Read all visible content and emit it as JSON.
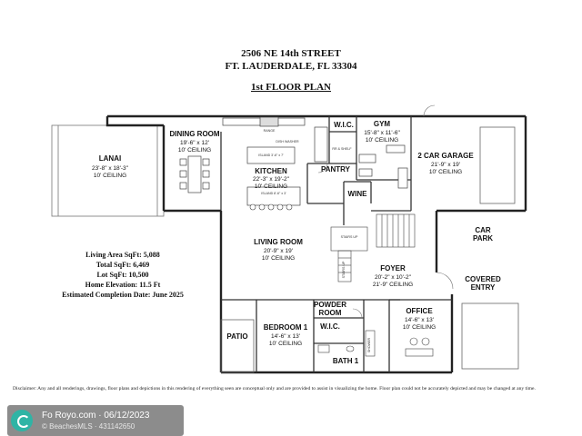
{
  "header": {
    "address": "2506 NE 14th STREET",
    "city": "FT. LAUDERDALE, FL 33304",
    "plan_title": "1st FLOOR PLAN"
  },
  "rooms": {
    "lanai": {
      "name": "LANAI",
      "dims": "23'-8\" x 18'-3\"",
      "ceiling": "10' CEILING"
    },
    "dining": {
      "name": "DINING ROOM",
      "dims": "19'-6\" x 12'",
      "ceiling": "10' CEILING"
    },
    "kitchen": {
      "name": "KITCHEN",
      "dims": "22'-3\" x 19'-2\"",
      "ceiling": "10' CEILING"
    },
    "wic_top": {
      "name": "W.I.C."
    },
    "gym": {
      "name": "GYM",
      "dims": "15'-8\" x 11'-6\"",
      "ceiling": "10' CEILING"
    },
    "pantry": {
      "name": "PANTRY"
    },
    "wine": {
      "name": "WINE"
    },
    "garage": {
      "name": "2 CAR GARAGE",
      "dims": "21'-9\" x 19'",
      "ceiling": "10' CEILING"
    },
    "carpark": {
      "name1": "CAR",
      "name2": "PARK"
    },
    "living": {
      "name": "LIVING ROOM",
      "dims": "20'-9\" x 19'",
      "ceiling": "10' CEILING"
    },
    "foyer": {
      "name": "FOYER",
      "dims": "20'-2\" x 10'-2\"",
      "ceiling": "21'-9\" CEILING"
    },
    "covered": {
      "name1": "COVERED",
      "name2": "ENTRY"
    },
    "powder": {
      "name1": "POWDER",
      "name2": "ROOM"
    },
    "office": {
      "name": "OFFICE",
      "dims": "14'-6\" x 13'",
      "ceiling": "10' CEILING"
    },
    "patio": {
      "name": "PATIO"
    },
    "bedroom1": {
      "name": "BEDROOM 1",
      "dims": "14'-6\" x 13'",
      "ceiling": "10' CEILING"
    },
    "wic_bed": {
      "name": "W.I.C."
    },
    "bath1": {
      "name": "BATH 1"
    }
  },
  "plan_notes": {
    "range": "RANGE",
    "dishwasher": "DISH WASHER",
    "island1": "ISLAND 3'-6\" x 7'",
    "island2": "ISLAND 8'-6\" x 3'",
    "stairs_up_1": "STAIRS UP",
    "stairs_up_2": "STAIRS UP",
    "rr_shelf": "RR & SHELF",
    "shower": "SHOWER"
  },
  "stats": {
    "living_area": "Living Area SqFt: 5,088",
    "total": "Total SqFt: 6,469",
    "lot": "Lot SqFt: 10,500",
    "elevation": "Home Elevation: 11.5 Ft",
    "completion": "Estimated Completion Date: June 2025"
  },
  "disclaimer": "Disclaimer: Any and all renderings, drawings, floor plans and depictions in this rendering of everything seen are conceptual only and are provided to assist in visualizing the home. Floor plan could not be accurately depicted and may be changed at any time.",
  "watermark": {
    "line1": "Fo Royo.com · 06/12/2023",
    "line2": "© BeachesMLS · 431142650"
  }
}
